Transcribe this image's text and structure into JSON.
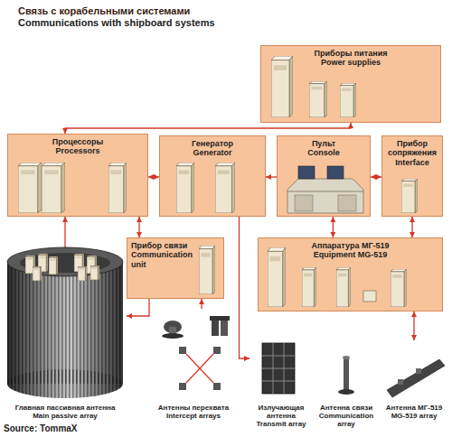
{
  "diagram": {
    "title": "Связь с корабельными системами",
    "nodes": [
      {
        "text": [
          "Приборы питания",
          "Power supplies"
        ]
      },
      {
        "text": [
          "Процессоры",
          "Processors"
        ]
      },
      {
        "text": [
          "Генератор",
          "Generator"
        ]
      },
      {
        "text": [
          "Пульт",
          "Console"
        ]
      },
      {
        "text": [
          "Прибор сопряжения",
          "Interface"
        ]
      },
      {
        "text": [
          "Прибор связи",
          "Communication unit"
        ]
      },
      {
        "text": [
          "Аппаратура МГ-519",
          "Equipment MG-519"
        ]
      },
      {
        "text": [
          "Главная пассивная антенна",
          "Main passive array"
        ]
      },
      {
        "text": [
          "Антенны перехвата",
          "Intercept arrays"
        ]
      },
      {
        "text": [
          "Излучающая антенна",
          "Transmit array"
        ]
      },
      {
        "text": [
          "Антенна связи",
          "Communication array"
        ]
      },
      {
        "text": [
          "Антенна МГ-519",
          "MG-519 array"
        ]
      }
    ],
    "edges": [
      {
        "from": 0,
        "to": 1,
        "arrow": "both"
      },
      {
        "from": 1,
        "to": 2,
        "arrow": "both"
      },
      {
        "from": 3,
        "to": 2,
        "arrow": "to"
      },
      {
        "from": 3,
        "to": 4,
        "arrow": "both"
      },
      {
        "from": 4,
        "to": 6,
        "arrow": "both"
      },
      {
        "from": 3,
        "to": 6,
        "arrow": "both"
      },
      {
        "from": 1,
        "to": 5,
        "arrow": "both"
      },
      {
        "from": 7,
        "to": 1,
        "arrow": "to"
      },
      {
        "from": 5,
        "to": 7,
        "arrow": "to"
      },
      {
        "from": 8,
        "to": 5,
        "arrow": "to"
      },
      {
        "from": 2,
        "to": 9,
        "arrow": "to"
      },
      {
        "from": 6,
        "to": 11,
        "arrow": "both"
      }
    ],
    "labels": [
      "Communications with shipboard systems",
      "Source: TommaX"
    ]
  }
}
